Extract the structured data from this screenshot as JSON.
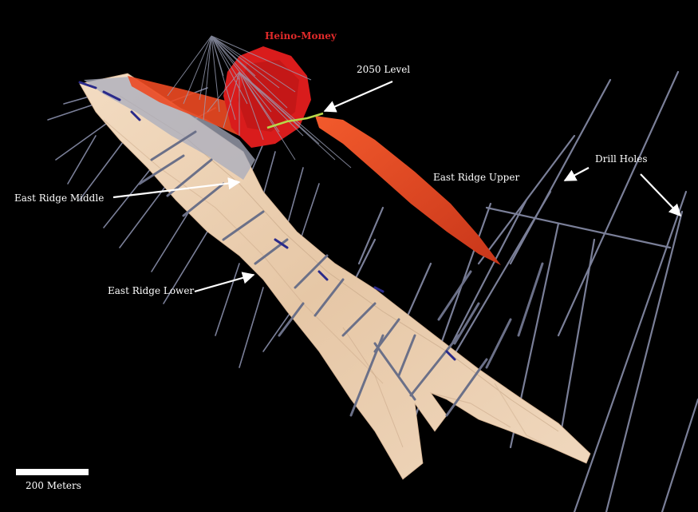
{
  "labels": {
    "heino_money": "Heino-Money",
    "level_2050": "2050 Level",
    "east_ridge_upper": "East Ridge Upper",
    "drill_holes": "Drill Holes",
    "east_ridge_middle": "East Ridge Middle",
    "east_ridge_lower": "East Ridge Lower"
  },
  "scale_bar": {
    "label": "200 Meters"
  },
  "colors": {
    "background": "#000000",
    "ore_body_main": "#e8cdb0",
    "ore_body_shadow": "#c9a98a",
    "heino_money_body": "#d91c1c",
    "east_ridge_upper_body": "#ee4a22",
    "drill_hole": "#7a7f98",
    "drill_hole_highlight": "#2a2a8a",
    "level_2050": "#b8d84a",
    "label_text": "#ffffff",
    "title_text": "#e02a2a"
  }
}
